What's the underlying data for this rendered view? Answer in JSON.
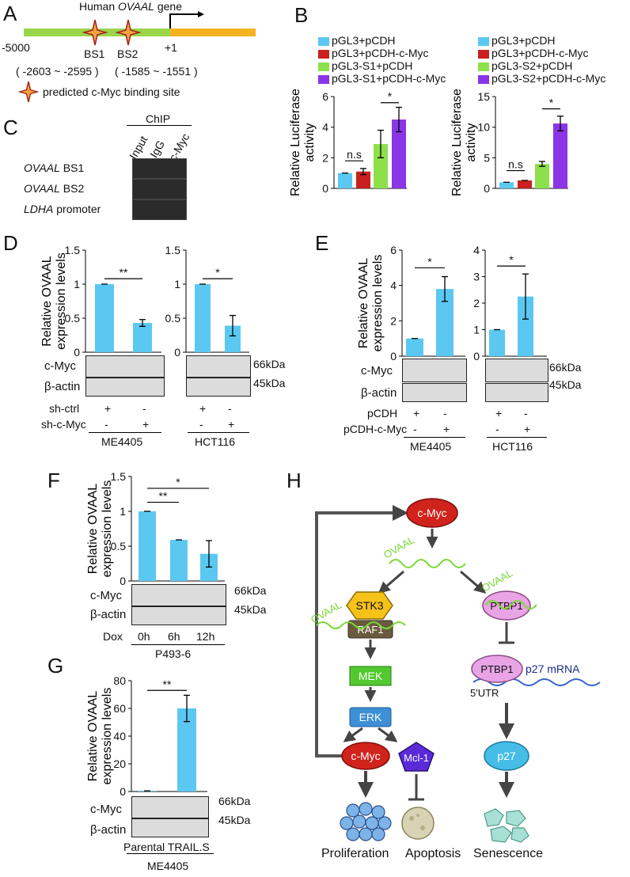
{
  "colors": {
    "bar": "#5bc8f1",
    "cyan": "#5bc8f1",
    "red": "#c9201f",
    "green": "#8ee04a",
    "purple": "#8a35e6",
    "gene_green": "#9bd64a",
    "gene_orange": "#f5b324"
  },
  "panelA": {
    "label": "A",
    "title_prefix": "Human ",
    "title_gene": "OVAAL",
    "title_suffix": " gene",
    "pos_start": "-5000",
    "pos_tss": "+1",
    "bs1": "BS1",
    "bs2": "BS2",
    "range1": "( -2603 ~ -2595 )",
    "range2": "( -1585 ~ -1551 )",
    "legend": "predicted c-Myc binding site"
  },
  "panelB": {
    "label": "B",
    "chart_data": [
      {
        "type": "bar",
        "ylabel": "Relative Luciferase activity",
        "ylim": [
          0,
          6
        ],
        "yticks": [
          "0",
          "2",
          "4",
          "6"
        ],
        "series": [
          {
            "name": "pGL3+pCDH",
            "value": 1.0,
            "err": 0.05
          },
          {
            "name": "pGL3+pCDH-c-Myc",
            "value": 1.1,
            "err": 0.2
          },
          {
            "name": "pGL3-S1+pCDH",
            "value": 2.9,
            "err": 0.9
          },
          {
            "name": "pGL3-S1+pCDH-c-Myc",
            "value": 4.5,
            "err": 0.8
          }
        ],
        "annotations": [
          "n.s",
          "*"
        ]
      },
      {
        "type": "bar",
        "ylabel": "Relative Luciferase activity",
        "ylim": [
          0,
          15
        ],
        "yticks": [
          "0",
          "5",
          "10",
          "15"
        ],
        "series": [
          {
            "name": "pGL3+pCDH",
            "value": 1.0,
            "err": 0.05
          },
          {
            "name": "pGL3+pCDH-c-Myc",
            "value": 1.3,
            "err": 0.2
          },
          {
            "name": "pGL3-S2+pCDH",
            "value": 4.0,
            "err": 0.4
          },
          {
            "name": "pGL3-S2+pCDH-c-Myc",
            "value": 10.6,
            "err": 1.2
          }
        ],
        "annotations": [
          "n.s",
          "*"
        ]
      }
    ]
  },
  "panelC": {
    "label": "C",
    "header": "ChIP",
    "lanes": [
      "Input",
      "IgG",
      "c-Myc"
    ],
    "rows": [
      {
        "gene": "OVAAL",
        "rest": " BS1"
      },
      {
        "gene": "OVAAL",
        "rest": " BS2"
      },
      {
        "gene": "LDHA",
        "rest": " promoter"
      }
    ]
  },
  "panelD": {
    "label": "D",
    "chart_data": [
      {
        "type": "bar",
        "ylabel": "Relative OVAAL expression levels",
        "ylim": [
          0,
          1.5
        ],
        "yticks": [
          "0",
          "0.5",
          "1",
          "1.5"
        ],
        "categories": [
          "sh-ctrl",
          "sh-c-Myc"
        ],
        "values": [
          1.0,
          0.43
        ],
        "errors": [
          0.01,
          0.05
        ],
        "sig": "**",
        "cell": "ME4405"
      },
      {
        "type": "bar",
        "ylim": [
          0,
          1.5
        ],
        "yticks": [
          "0",
          "0.5",
          "1",
          "1.5"
        ],
        "categories": [
          "sh-ctrl",
          "sh-c-Myc"
        ],
        "values": [
          1.0,
          0.39
        ],
        "errors": [
          0.01,
          0.15
        ],
        "sig": "*",
        "cell": "HCT116"
      }
    ],
    "blots": [
      "c-Myc",
      "β-actin"
    ],
    "kda": [
      "66kDa",
      "45kDa"
    ],
    "rows": [
      "sh-ctrl",
      "sh-c-Myc"
    ],
    "signs": [
      [
        "+",
        "-"
      ],
      [
        "-",
        "+"
      ]
    ]
  },
  "panelE": {
    "label": "E",
    "chart_data": [
      {
        "type": "bar",
        "ylabel": "Relative OVAAL expression levels",
        "ylim": [
          0,
          6
        ],
        "yticks": [
          "0",
          "2",
          "4",
          "6"
        ],
        "categories": [
          "pCDH",
          "pCDH-c-Myc"
        ],
        "values": [
          1.0,
          3.8
        ],
        "errors": [
          0.02,
          0.7
        ],
        "sig": "*",
        "cell": "ME4405"
      },
      {
        "type": "bar",
        "ylim": [
          0,
          4
        ],
        "yticks": [
          "0",
          "1",
          "2",
          "3",
          "4"
        ],
        "categories": [
          "pCDH",
          "pCDH-c-Myc"
        ],
        "values": [
          1.0,
          2.25
        ],
        "errors": [
          0.01,
          0.85
        ],
        "sig": "*",
        "cell": "HCT116"
      }
    ],
    "blots": [
      "c-Myc",
      "β-actin"
    ],
    "kda": [
      "66kDa",
      "45kDa"
    ],
    "rows": [
      "pCDH",
      "pCDH-c-Myc"
    ],
    "signs": [
      [
        "+",
        "-"
      ],
      [
        "-",
        "+"
      ]
    ]
  },
  "panelF": {
    "label": "F",
    "chart_data": {
      "type": "bar",
      "ylabel": "Relative OVAAL expression levels",
      "ylim": [
        0,
        1.5
      ],
      "yticks": [
        "0",
        "0.5",
        "1",
        "1.5"
      ],
      "categories": [
        "0h",
        "6h",
        "12h"
      ],
      "values": [
        1.0,
        0.59,
        0.39
      ],
      "errors": [
        0.01,
        0.03,
        0.19
      ],
      "sig": [
        "**",
        "*"
      ]
    },
    "blots": [
      "c-Myc",
      "β-actin"
    ],
    "kda": [
      "66kDa",
      "45kDa"
    ],
    "dox": "Dox",
    "cell": "P493-6"
  },
  "panelG": {
    "label": "G",
    "chart_data": {
      "type": "bar",
      "ylabel": "Relative OVAAL expression levels",
      "ylim": [
        0,
        80
      ],
      "yticks": [
        "0",
        "20",
        "40",
        "60",
        "80"
      ],
      "categories": [
        "Parental",
        "TRAIL.S"
      ],
      "values": [
        0.5,
        60
      ],
      "errors": [
        0.3,
        9.5
      ],
      "sig": "**"
    },
    "blots": [
      "c-Myc",
      "β-actin"
    ],
    "kda": [
      "66kDa",
      "45kDa"
    ],
    "xlabel": "Parental TRAIL.S",
    "cell": "ME4405"
  },
  "panelH": {
    "label": "H",
    "nodes": {
      "cmyc_top": "c-Myc",
      "ovaal": "OVAAL",
      "stk3": "STK3",
      "raf1": "RAF1",
      "ptbp1": "PTBP1",
      "ptbp1_b": "PTBP1",
      "p27mrna": "p27 mRNA",
      "utr": "5'UTR",
      "mek": "MEK",
      "erk": "ERK",
      "cmyc": "c-Myc",
      "mcl1": "Mcl-1",
      "p27": "p27"
    },
    "outcomes": [
      "Proliferation",
      "Apoptosis",
      "Senescence"
    ]
  }
}
